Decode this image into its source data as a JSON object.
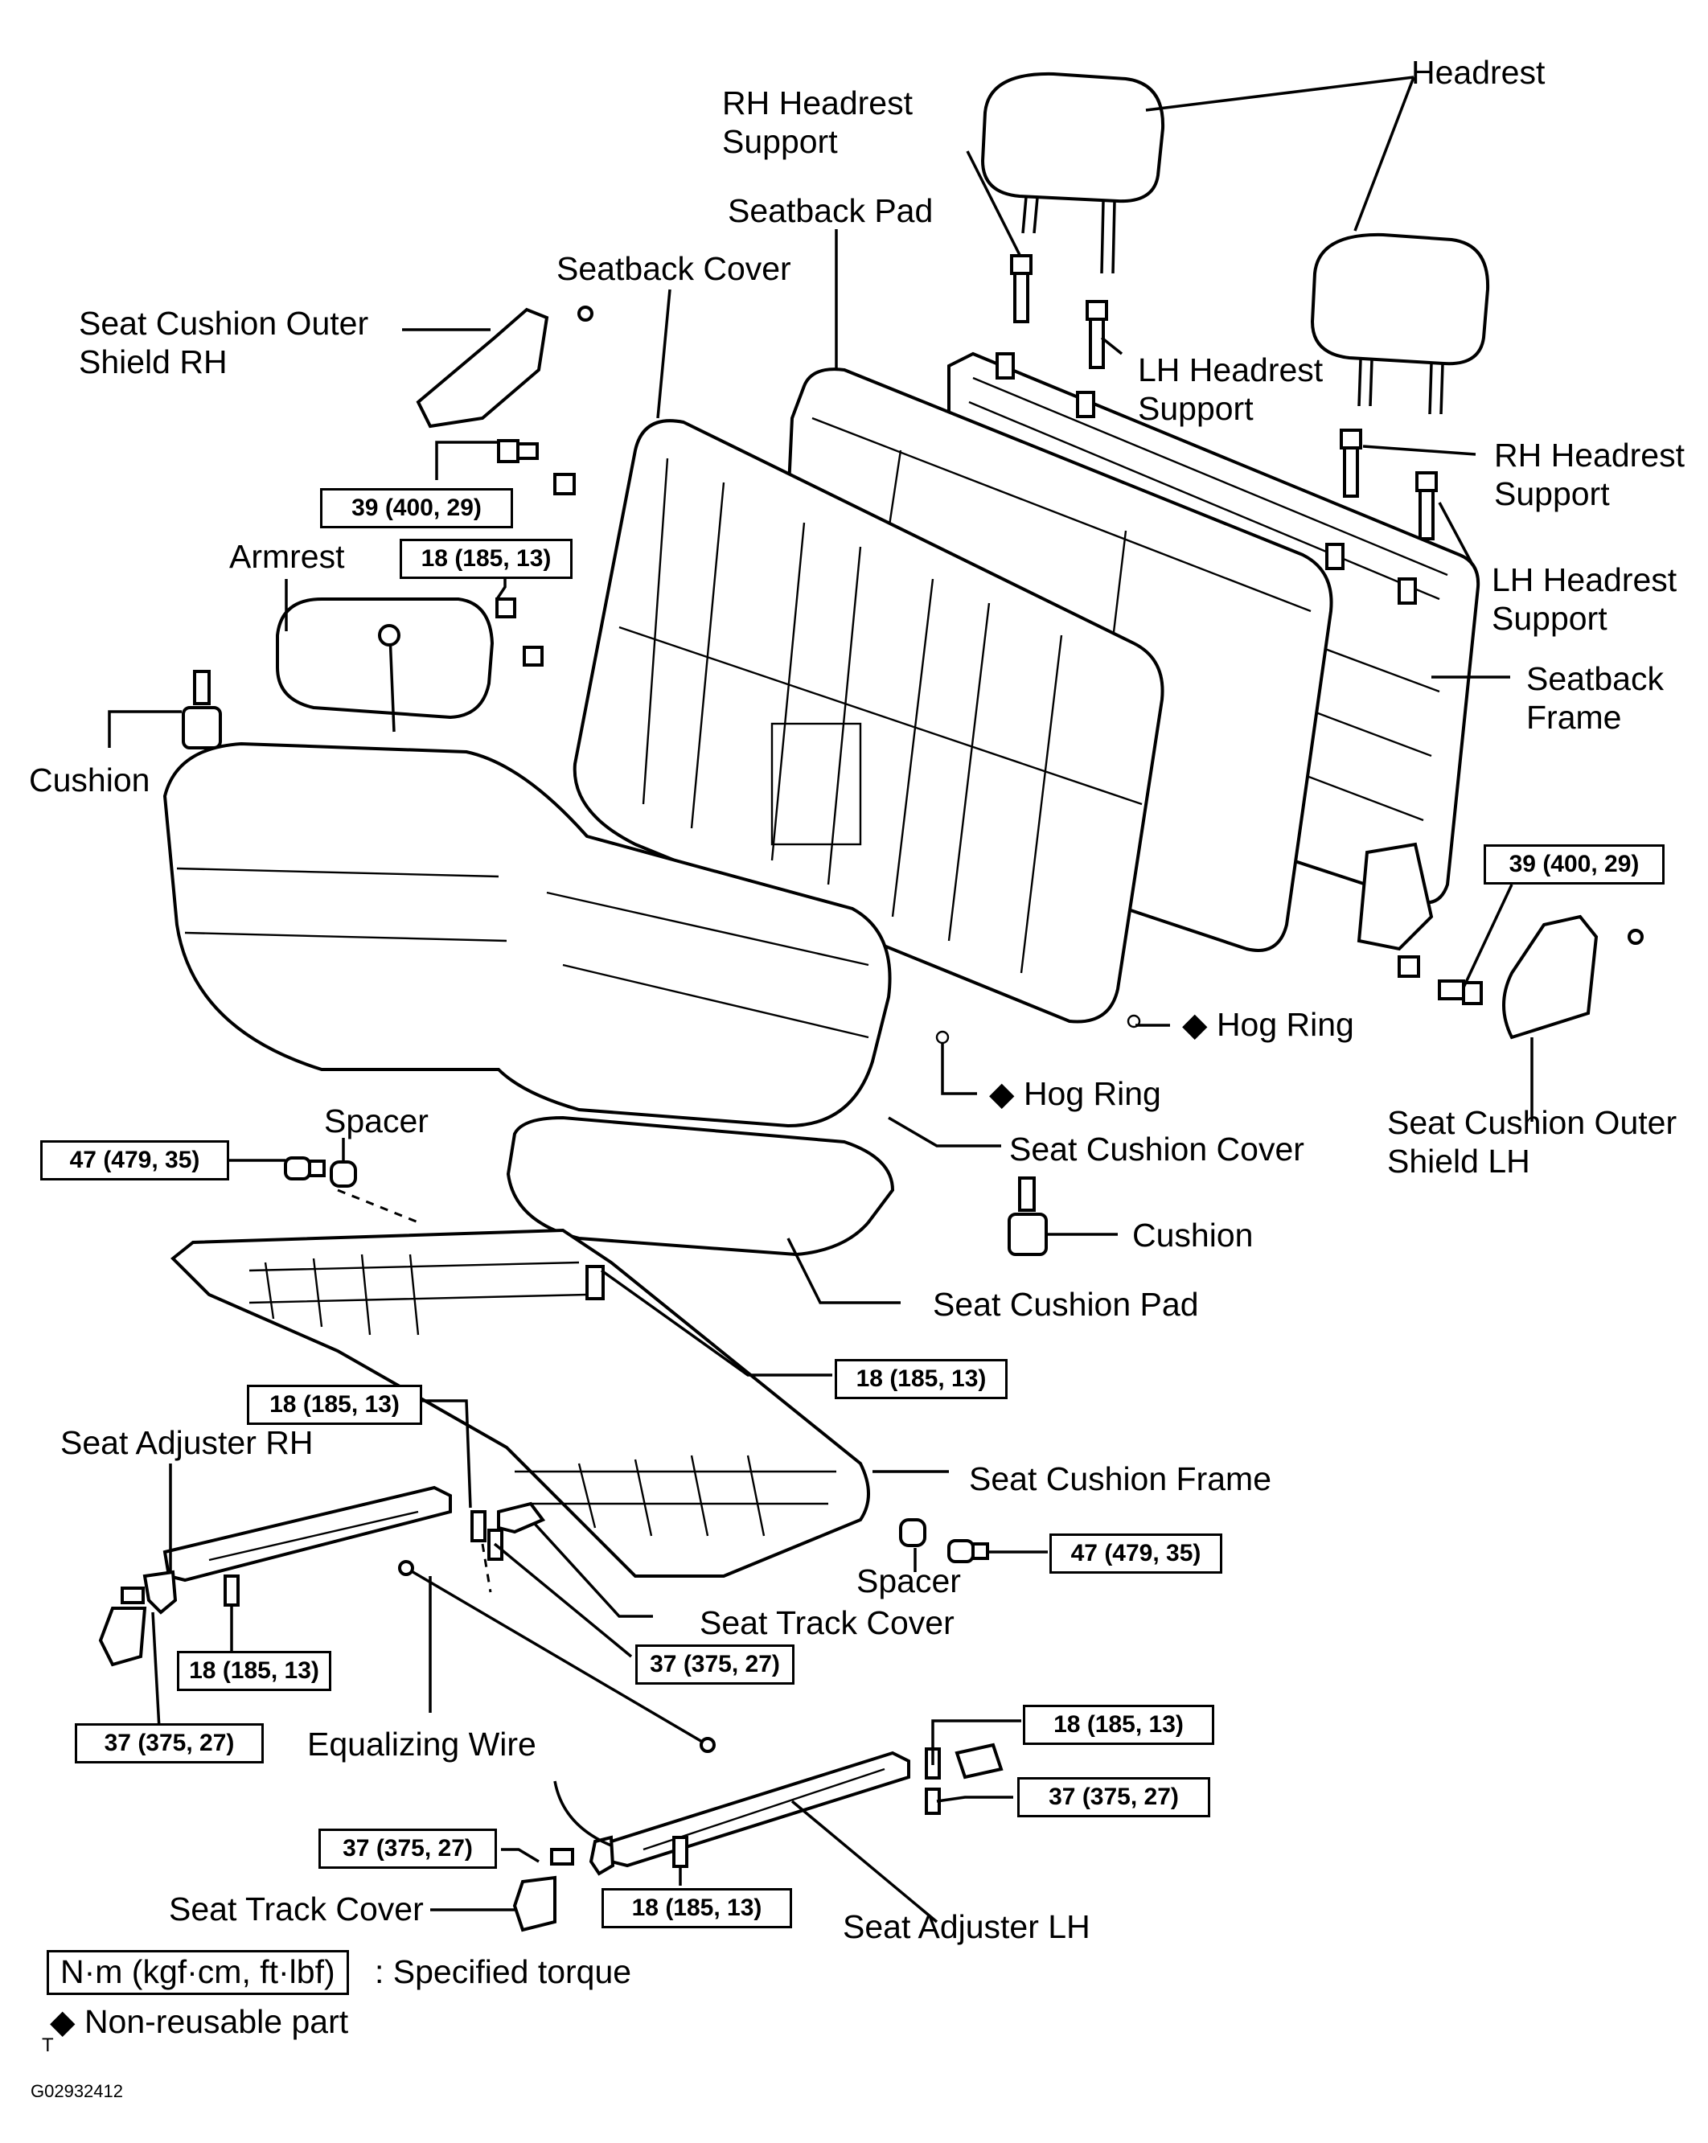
{
  "labels": {
    "headrest": "Headrest",
    "rh_headrest_support_1": "RH Headrest\nSupport",
    "seatback_pad": "Seatback Pad",
    "seatback_cover": "Seatback Cover",
    "seat_cushion_outer_shield_rh": "Seat Cushion Outer\nShield RH",
    "lh_headrest_support_1": "LH Headrest\nSupport",
    "rh_headrest_support_2": "RH Headrest\nSupport",
    "lh_headrest_support_2": "LH Headrest\nSupport",
    "seatback_frame": "Seatback\nFrame",
    "armrest": "Armrest",
    "cushion_1": "Cushion",
    "hog_ring_1": "Hog Ring",
    "hog_ring_2": "Hog Ring",
    "seat_cushion_outer_shield_lh": "Seat Cushion Outer\nShield LH",
    "spacer_1": "Spacer",
    "seat_cushion_cover": "Seat Cushion Cover",
    "cushion_2": "Cushion",
    "seat_cushion_pad": "Seat Cushion Pad",
    "seat_adjuster_rh": "Seat Adjuster RH",
    "seat_cushion_frame": "Seat Cushion Frame",
    "spacer_2": "Spacer",
    "seat_track_cover_1": "Seat Track Cover",
    "equalizing_wire": "Equalizing Wire",
    "seat_track_cover_2": "Seat Track Cover",
    "seat_adjuster_lh": "Seat Adjuster LH"
  },
  "torque": {
    "t39_a": "39 (400, 29)",
    "t18_a": "18 (185, 13)",
    "t39_b": "39 (400, 29)",
    "t47_a": "47 (479, 35)",
    "t18_b": "18 (185, 13)",
    "t18_c": "18 (185, 13)",
    "t47_b": "47 (479, 35)",
    "t18_d": "18 (185, 13)",
    "t37_a": "37 (375, 27)",
    "t37_b": "37 (375, 27)",
    "t18_e": "18 (185, 13)",
    "t37_c": "37 (375, 27)",
    "t37_d": "37 (375, 27)",
    "t18_f": "18 (185, 13)"
  },
  "legend": {
    "unit_box": "N·m (kgf·cm, ft·lbf)",
    "unit_desc": ": Specified torque",
    "diamond": "◆",
    "nonreusable": "Non-reusable part",
    "corner_mark": "T"
  },
  "figure_id": "G02932412"
}
